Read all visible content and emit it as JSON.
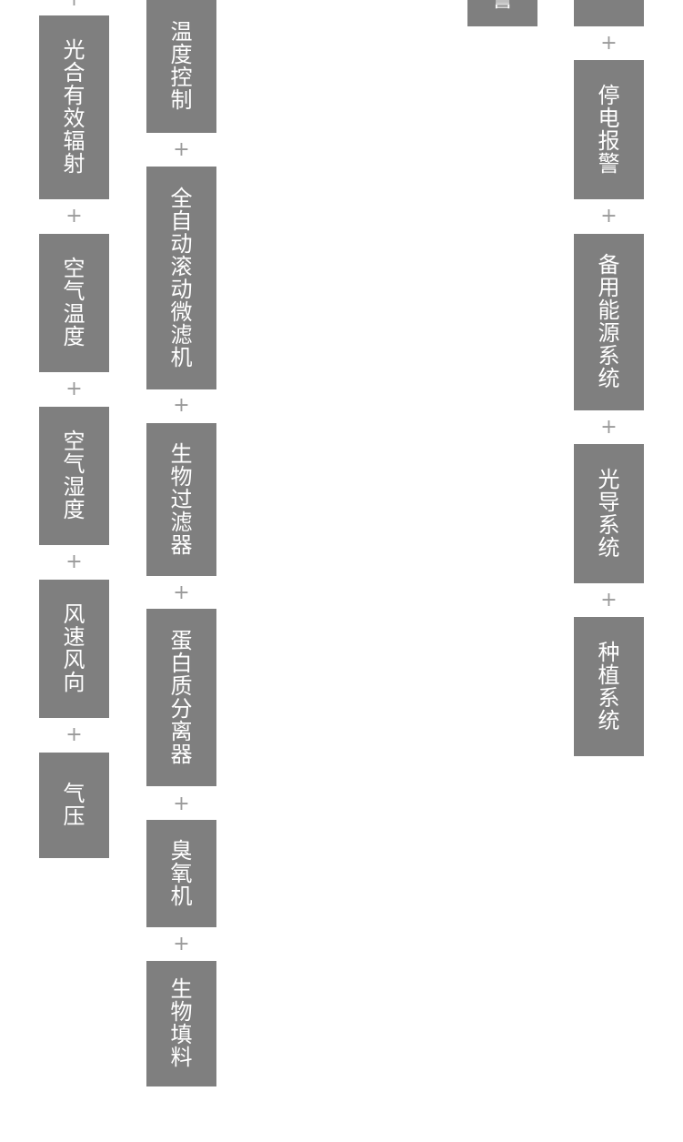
{
  "connector": "+",
  "column1": [
    "光合有效辐射",
    "空气温度",
    "空气湿度",
    "风速风向",
    "气压"
  ],
  "column2": [
    "温度控制",
    "全自动滚动微滤机",
    "生物过滤器",
    "蛋白质分离器",
    "臭氧机",
    "生物填料"
  ],
  "column3": [
    "警"
  ],
  "column4": [
    "停电报警",
    "备用能源系统",
    "光导系统",
    "种植系统"
  ],
  "colors": {
    "box": "#7f7f7f",
    "text": "#ffffff",
    "connector": "#9a9a9a",
    "background": "#ffffff"
  }
}
